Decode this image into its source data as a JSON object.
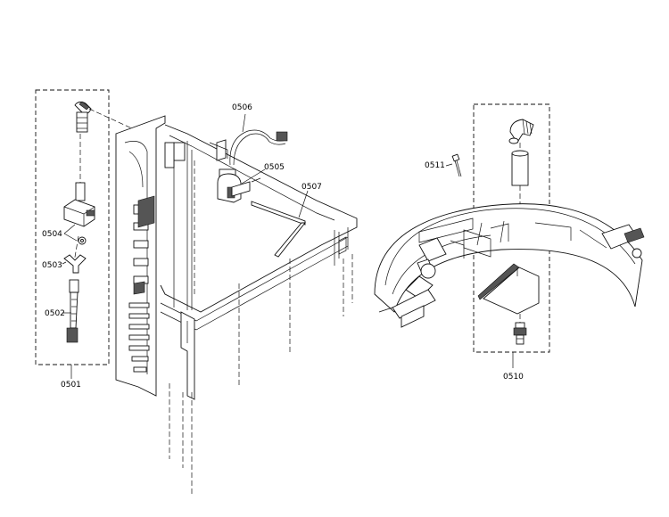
{
  "labels": {
    "p0501": "0501",
    "p0502": "0502",
    "p0503": "0503",
    "p0504": "0504",
    "p0505": "0505",
    "p0506": "0506",
    "p0507": "0507",
    "p0510": "0510",
    "p0511": "0511"
  }
}
